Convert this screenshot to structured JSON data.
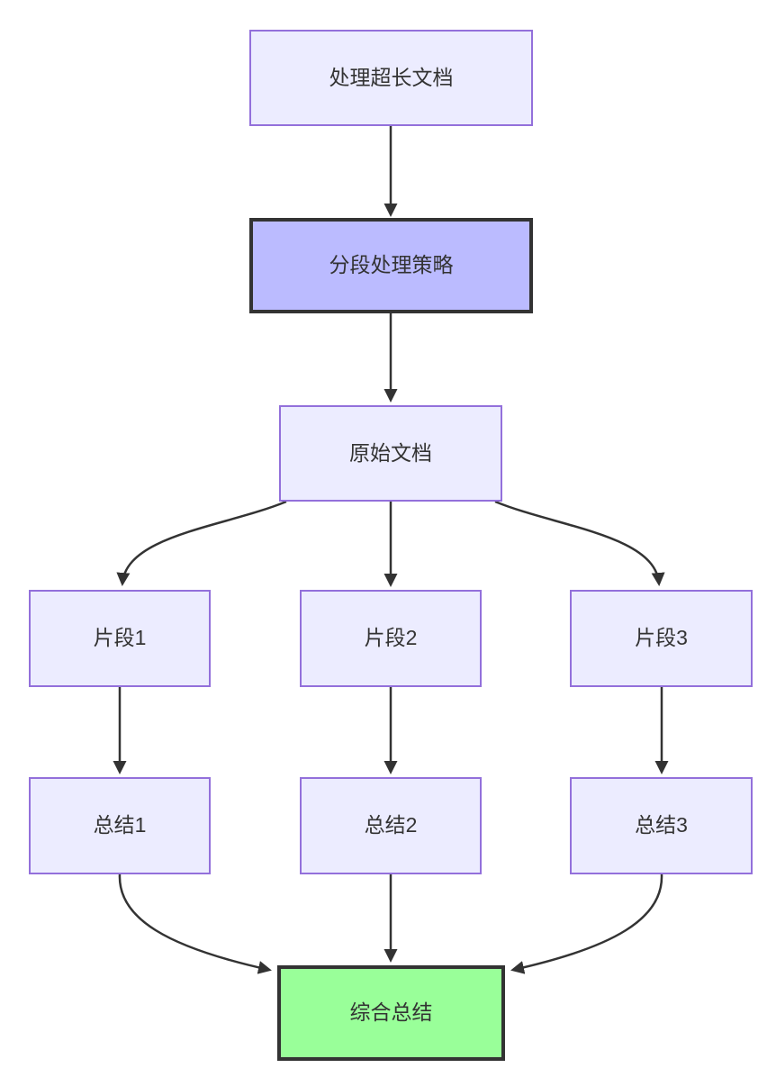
{
  "diagram": {
    "type": "flowchart",
    "direction": "top-bottom",
    "colors": {
      "node_fill": "#ECECFF",
      "node_border": "#9370DB",
      "emphasis_fill": "#BBBBFF",
      "emphasis_border": "#333333",
      "result_fill": "#99FF99",
      "result_border": "#333333",
      "text": "#333333",
      "edge": "#333333",
      "background": "#FFFFFF"
    },
    "nodes": [
      {
        "id": "A",
        "label": "处理超长文档",
        "style": "default"
      },
      {
        "id": "B",
        "label": "分段处理策略",
        "style": "emphasis"
      },
      {
        "id": "C",
        "label": "原始文档",
        "style": "default"
      },
      {
        "id": "D1",
        "label": "片段1",
        "style": "default"
      },
      {
        "id": "D2",
        "label": "片段2",
        "style": "default"
      },
      {
        "id": "D3",
        "label": "片段3",
        "style": "default"
      },
      {
        "id": "E1",
        "label": "总结1",
        "style": "default"
      },
      {
        "id": "E2",
        "label": "总结2",
        "style": "default"
      },
      {
        "id": "E3",
        "label": "总结3",
        "style": "default"
      },
      {
        "id": "F",
        "label": "综合总结",
        "style": "result"
      }
    ],
    "edges": [
      {
        "from": "A",
        "to": "B"
      },
      {
        "from": "B",
        "to": "C"
      },
      {
        "from": "C",
        "to": "D1"
      },
      {
        "from": "C",
        "to": "D2"
      },
      {
        "from": "C",
        "to": "D3"
      },
      {
        "from": "D1",
        "to": "E1"
      },
      {
        "from": "D2",
        "to": "E2"
      },
      {
        "from": "D3",
        "to": "E3"
      },
      {
        "from": "E1",
        "to": "F"
      },
      {
        "from": "E2",
        "to": "F"
      },
      {
        "from": "E3",
        "to": "F"
      }
    ]
  }
}
